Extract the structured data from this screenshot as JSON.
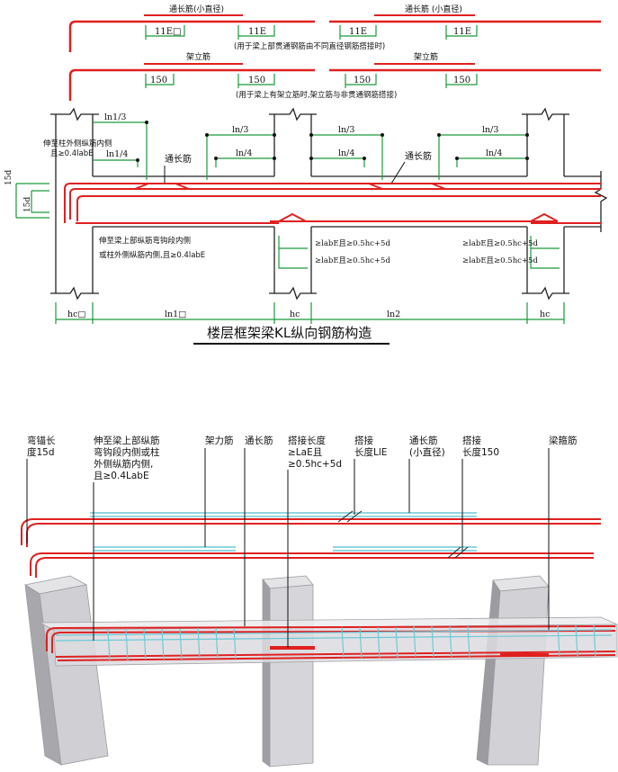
{
  "top": {
    "rebar_top_left_label": "通长筋(小直径)",
    "rebar_top_right_label": "通长筋 (小直径)",
    "lap_11e_1": "11E□",
    "lap_11e_2": "11E",
    "lap_11e_3": "11E",
    "lap_11e_4": "11E",
    "note_continuous": "(用于梁上部贯通钢筋由不同直径钢筋搭接时)",
    "erect_left_label": "架立筋",
    "erect_right_label": "架立筋",
    "lap_150_1": "150",
    "lap_150_2": "150",
    "lap_150_3": "150",
    "lap_150_4": "150",
    "note_erect": "(用于梁上有架立筋时,架立筋与非贯通钢筋搭接)",
    "dim_ln1_3": "ln1/3",
    "dim_ln1_4": "ln1/4",
    "dim_ln3_a": "ln/3",
    "dim_ln4_a": "ln/4",
    "dim_ln3_b": "ln/3",
    "dim_ln4_b": "ln/4",
    "dim_ln3_c": "ln/3",
    "dim_ln4_c": "ln/4",
    "note_extend_outer_1": "伸至柱外侧纵筋内侧",
    "note_extend_outer_2": "且≥0.4labE",
    "label_continuous_1": "通长筋",
    "label_continuous_2": "通长筋",
    "dim_15d_1": "15d",
    "dim_15d_2": "15d",
    "note_bottom_1": "伸至梁上部纵筋弯钩段内侧",
    "note_bottom_2": "或柱外侧纵筋内侧,且≥0.4labE",
    "anchor_1": "≥labE且≥0.5hc+5d",
    "anchor_2": "≥labE且≥0.5hc+5d",
    "anchor_3": "≥labE且≥0.5hc+5d",
    "anchor_4": "≥labE且≥0.5hc+5d",
    "dim_hc_1": "hc□",
    "dim_ln1": "ln1□",
    "dim_hc_2": "hc",
    "dim_ln2": "ln2",
    "dim_hc_3": "hc",
    "title": "楼层框架梁KL纵向钢筋构造"
  },
  "bottom": {
    "callout_1_line1": "弯锚长",
    "callout_1_line2": "度15d",
    "callout_2_line1": "伸至梁上部纵筋",
    "callout_2_line2": "弯钩段内侧或柱",
    "callout_2_line3": "外侧纵筋内侧,",
    "callout_2_line4": "且≥0.4LabE",
    "callout_3": "架力筋",
    "callout_4": "通长筋",
    "callout_5_line1": "搭接长度",
    "callout_5_line2": "≥LaE且",
    "callout_5_line3": "≥0.5hc+5d",
    "callout_6_line1": "搭接",
    "callout_6_line2": "长度LlE",
    "callout_7_line1": "通长筋",
    "callout_7_line2": "(小直径)",
    "callout_8_line1": "搭接",
    "callout_8_line2": "长度150",
    "callout_9": "梁箍筋"
  },
  "colors": {
    "rebar": "#e02020",
    "dimension": "#1a9a3a",
    "stirrup": "#6ec9d6",
    "concrete": "#d4d4d6"
  }
}
